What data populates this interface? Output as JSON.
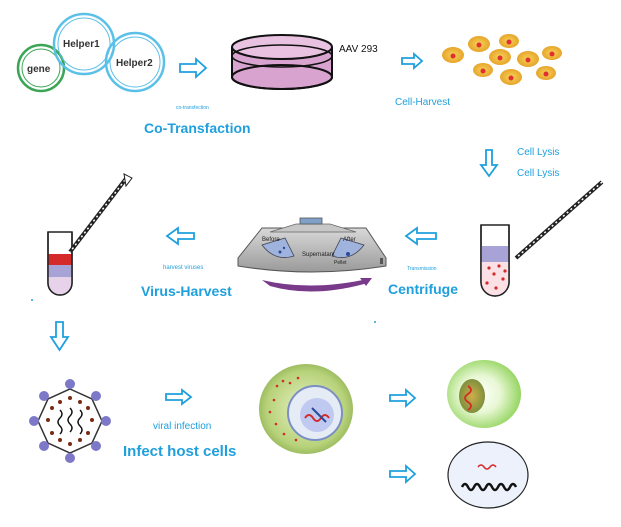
{
  "plasmids": {
    "gene": "gene",
    "helper1": "Helper1",
    "helper2": "Helper2"
  },
  "dish_label": "AAV 293",
  "captions": {
    "co_transfection_small": "co-transfection",
    "co_transfection": "Co-Transfaction",
    "cell_harvest": "Cell-Harvest",
    "cell_lysis_1": "Cell Lysis",
    "cell_lysis_2": "Cell Lysis",
    "harvest_viruses": "harvest viruses",
    "virus_harvest": "Virus-Harvest",
    "transmission": "Transmission",
    "centrifuge": "Centrifuge",
    "viral_infection": "viral infection",
    "infect_host": "Infect host cells"
  },
  "centrifuge_labels": {
    "before": "Before",
    "after": "After",
    "supernatant": "Supernatant",
    "pellet": "Pellet"
  },
  "colors": {
    "arrow": "#1fa0dd",
    "caption": "#1fa0dd",
    "plasmid_green": "#3aa655",
    "plasmid_blue": "#5bc0e8",
    "dish_fill": "#d9a3cf",
    "cell_yellow": "#f0b530",
    "nucleus_red": "#e03030",
    "host_green": "#9fd46a",
    "tube_red": "#d42a2a",
    "tube_lavender": "#a8a3d6"
  }
}
